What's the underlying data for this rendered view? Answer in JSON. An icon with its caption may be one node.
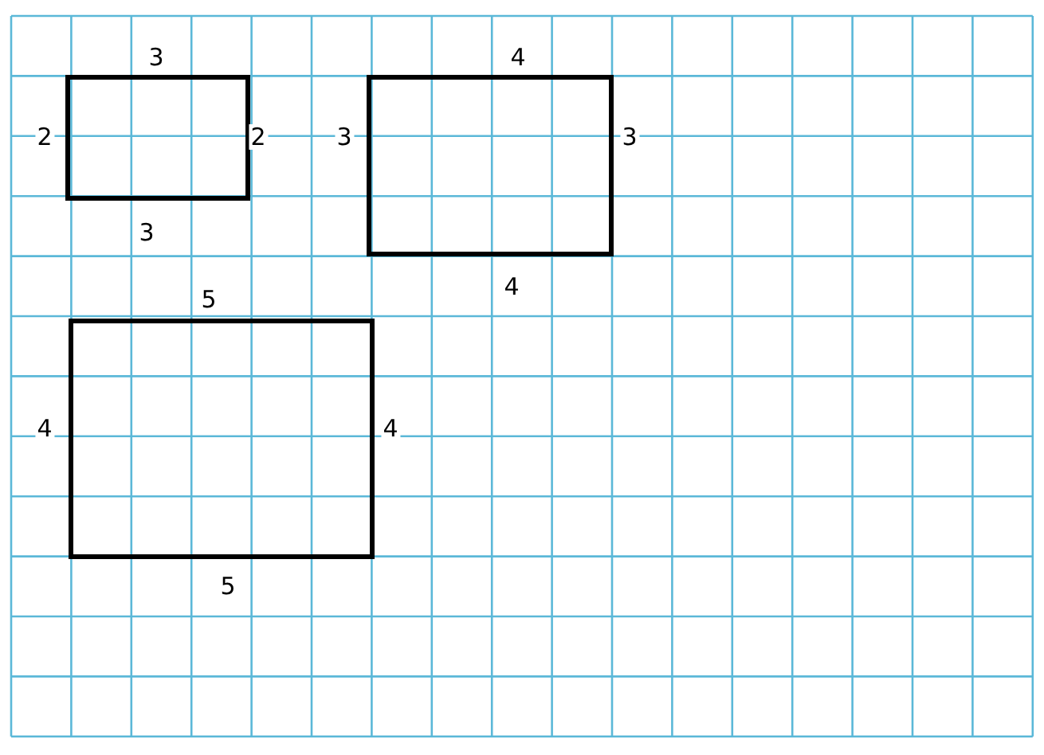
{
  "diagram": {
    "nodes": [
      {
        "text": [],
        "shape": "box",
        "beside": [
          "3",
          "2",
          "2",
          "3"
        ]
      },
      {
        "text": [],
        "shape": "box",
        "beside": [
          "4",
          "3",
          "3",
          "4"
        ]
      },
      {
        "text": [],
        "shape": "box",
        "beside": [
          "5",
          "4",
          "4",
          "5"
        ]
      }
    ]
  }
}
